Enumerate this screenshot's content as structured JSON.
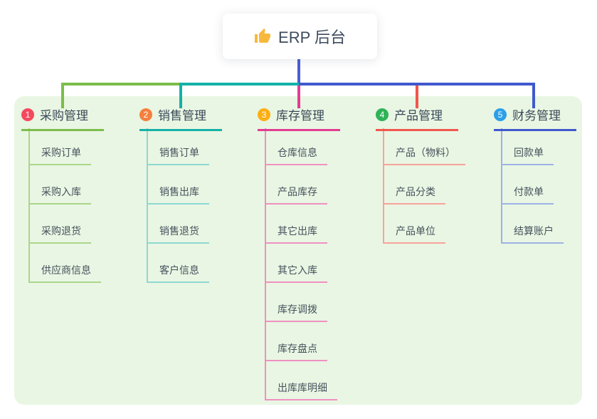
{
  "page": {
    "background": "#ffffff",
    "panel_background": "#e9f6e3"
  },
  "root": {
    "title": "ERP 后台",
    "icon": "thumbs-up",
    "icon_color": "#f8b83c",
    "text_color": "#3d4b5c",
    "line_color": "#4a5ed3"
  },
  "branches": [
    {
      "index": "1",
      "label": "采购管理",
      "badge_color": "#f5495e",
      "line_color": "#7cbd4a",
      "light_color": "#abd68a",
      "items": [
        "采购订单",
        "采购入库",
        "采购退货",
        "供应商信息"
      ]
    },
    {
      "index": "2",
      "label": "销售管理",
      "badge_color": "#f5803e",
      "line_color": "#14b1a7",
      "light_color": "#8ed8d2",
      "items": [
        "销售订单",
        "销售出库",
        "销售退货",
        "客户信息"
      ]
    },
    {
      "index": "3",
      "label": "库存管理",
      "badge_color": "#fbaf14",
      "line_color": "#e23c92",
      "light_color": "#f090c1",
      "items": [
        "仓库信息",
        "产品库存",
        "其它出库",
        "其它入库",
        "库存调拨",
        "库存盘点",
        "出库库明细"
      ]
    },
    {
      "index": "4",
      "label": "产品管理",
      "badge_color": "#2fb357",
      "line_color": "#f2564d",
      "light_color": "#f8a39b",
      "items": [
        "产品（物料）",
        "产品分类",
        "产品单位"
      ]
    },
    {
      "index": "5",
      "label": "财务管理",
      "badge_color": "#2c9fe8",
      "line_color": "#4059ce",
      "light_color": "#9db2e6",
      "items": [
        "回款单",
        "付款单",
        "结算账户"
      ]
    }
  ]
}
